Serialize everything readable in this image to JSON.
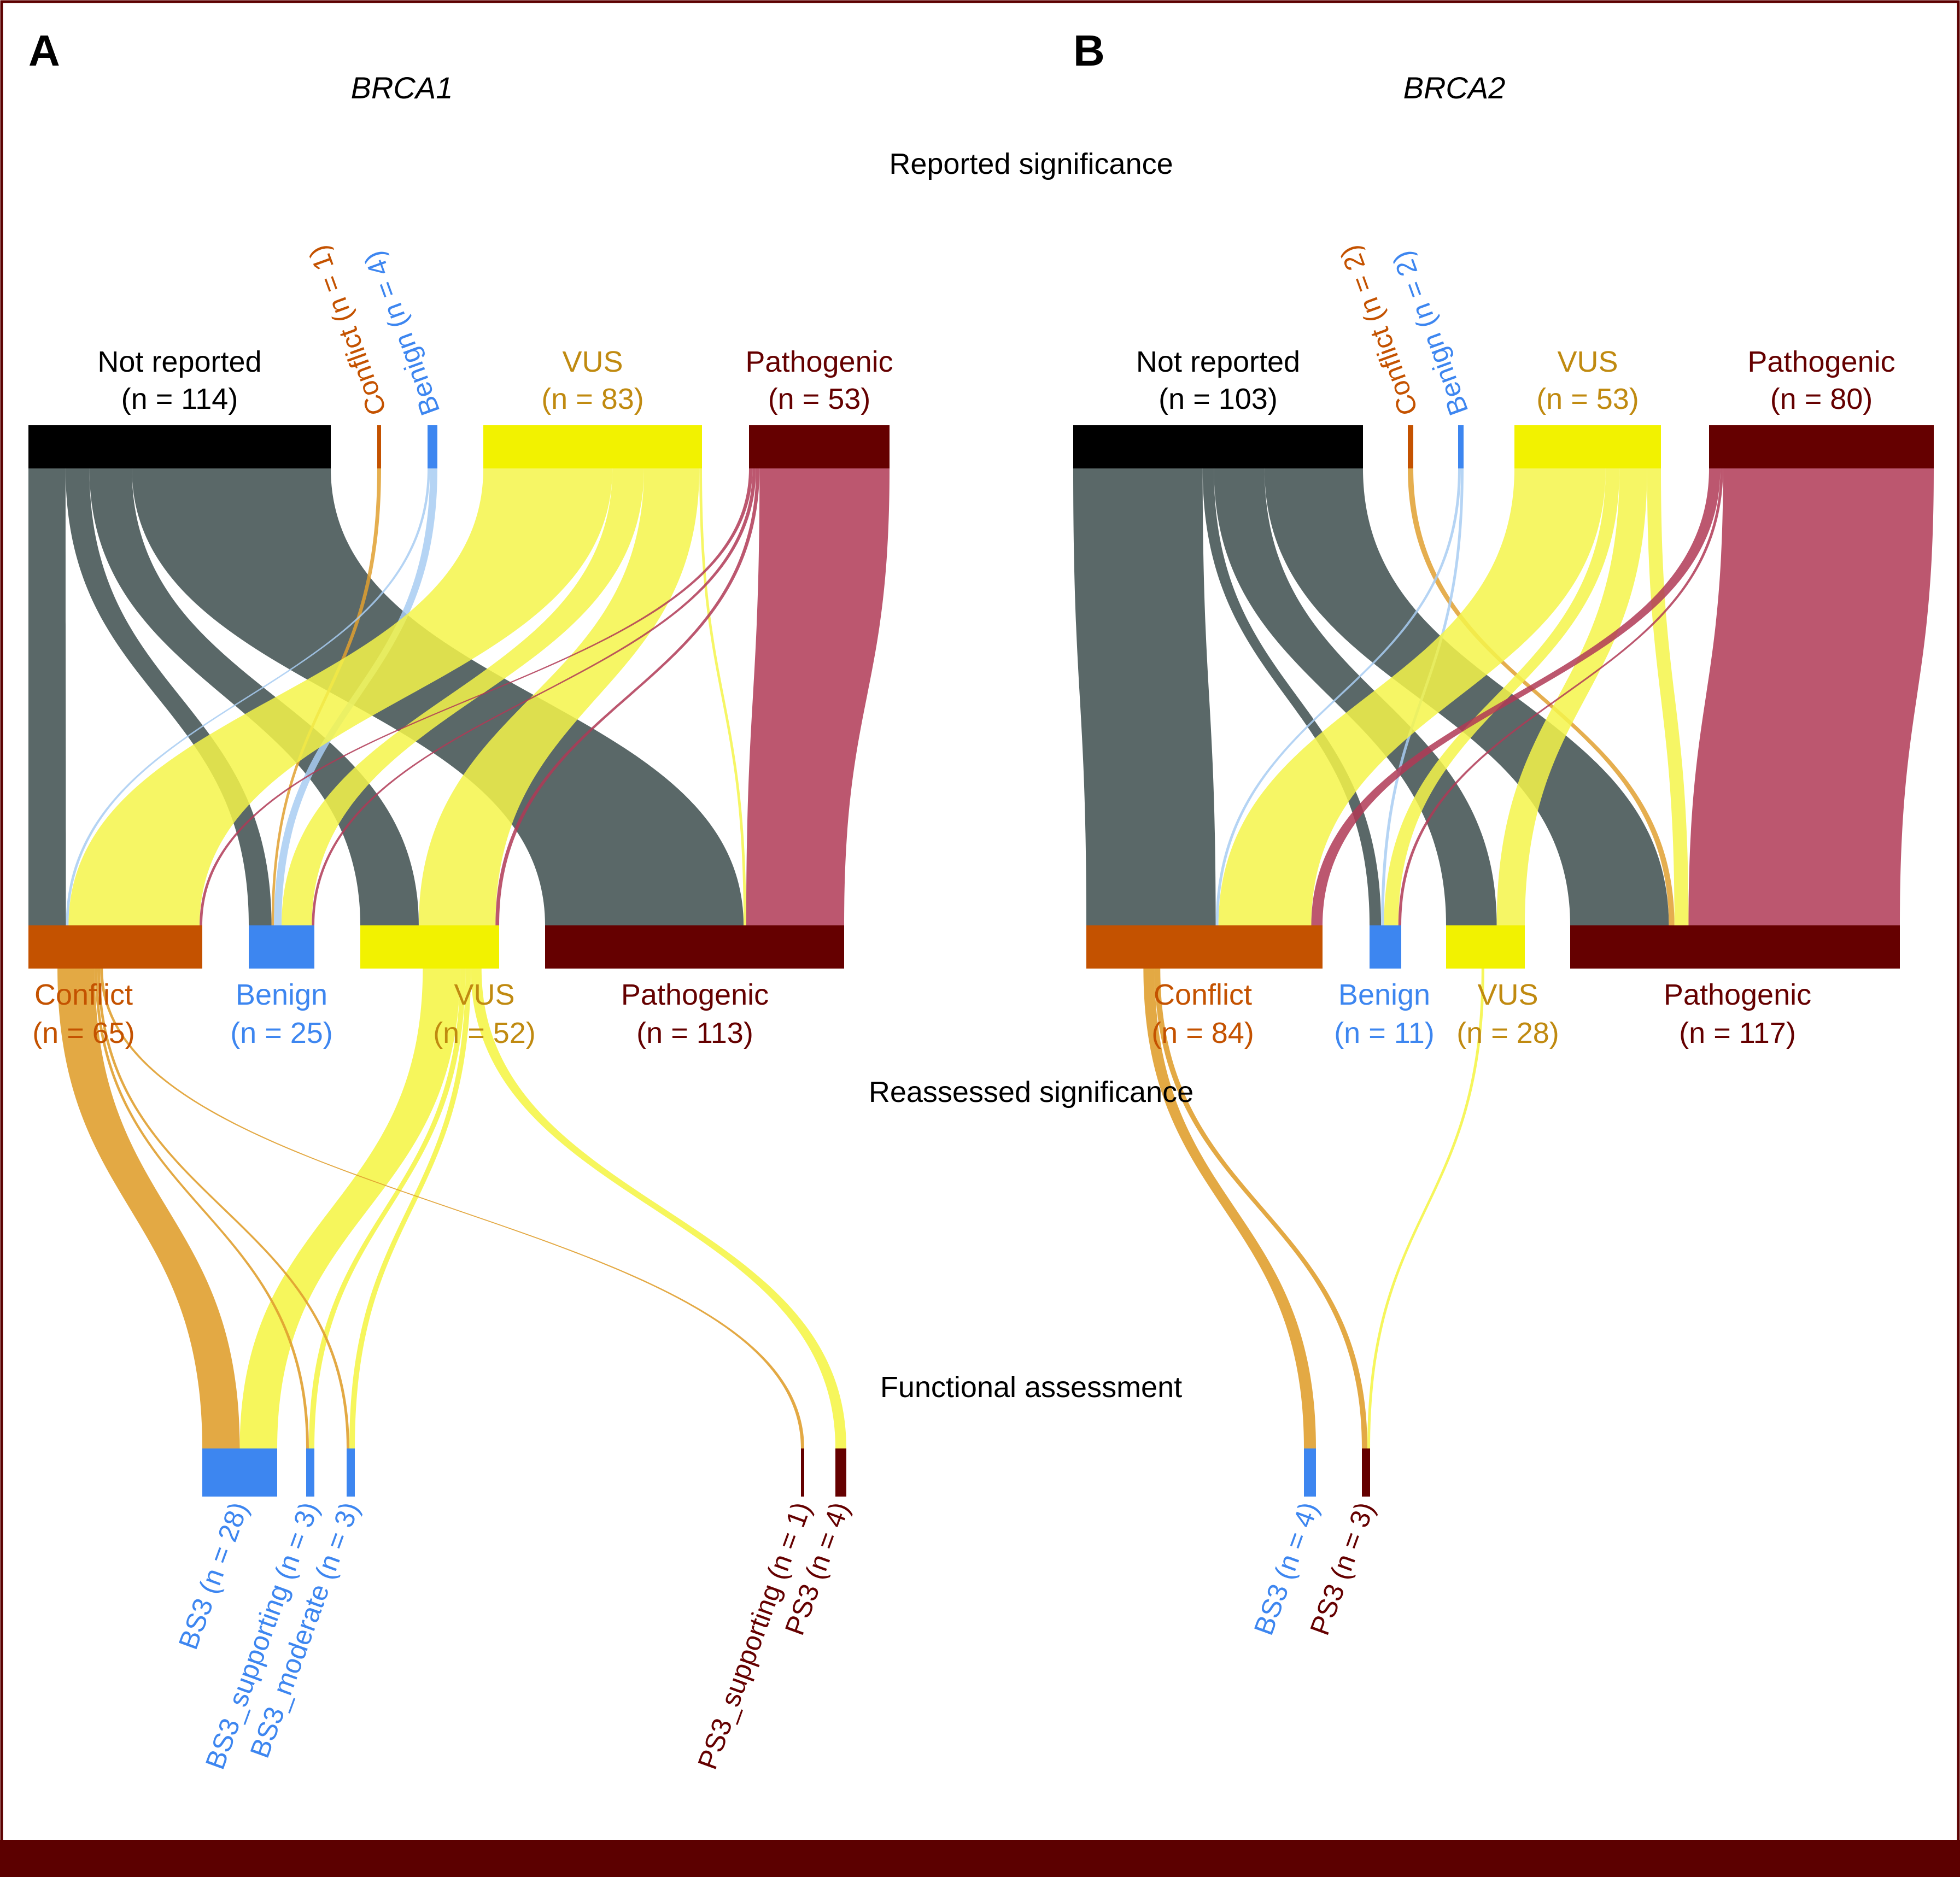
{
  "colors": {
    "frame": "#5c0000",
    "not_reported": "#000000",
    "not_reported_flow": "#3d4d4d",
    "conflict": "#c45200",
    "conflict_label": "#c45200",
    "conflict_flow": "#e0a030",
    "benign": "#3d86f0",
    "benign_flow": "#a8cdf2",
    "vus": "#f2f200",
    "vus_label": "#c08a10",
    "vus_flow": "#f5f54a",
    "pathogenic": "#650000",
    "pathogenic_label": "#650000",
    "pathogenic_flow": "#b03a56",
    "functional_pathogenic": "#650000"
  },
  "labels": {
    "reported": "Reported significance",
    "reassessed": "Reassessed significance",
    "functional": "Functional assessment"
  },
  "panels": [
    {
      "letter": "A",
      "gene": "BRCA1",
      "top": [
        {
          "id": "nr",
          "name": "Not reported",
          "count": "(n = 114)",
          "n": 114,
          "cls": "not_reported"
        },
        {
          "id": "conflict",
          "name": "Conflict (n = 1)",
          "n": 1,
          "cls": "conflict",
          "rotated": true
        },
        {
          "id": "benign",
          "name": "Benign (n = 4)",
          "n": 4,
          "cls": "benign",
          "rotated": true
        },
        {
          "id": "vus",
          "name": "VUS",
          "count": "(n = 83)",
          "n": 83,
          "cls": "vus"
        },
        {
          "id": "path",
          "name": "Pathogenic",
          "count": "(n = 53)",
          "n": 53,
          "cls": "pathogenic"
        }
      ],
      "middle": [
        {
          "id": "conflict",
          "name": "Conflict",
          "count": "(n = 65)",
          "n": 65,
          "cls": "conflict"
        },
        {
          "id": "benign",
          "name": "Benign",
          "count": "(n = 25)",
          "n": 25,
          "cls": "benign"
        },
        {
          "id": "vus",
          "name": "VUS",
          "count": "(n = 52)",
          "n": 52,
          "cls": "vus"
        },
        {
          "id": "path",
          "name": "Pathogenic",
          "count": "(n = 113)",
          "n": 113,
          "cls": "pathogenic"
        }
      ],
      "flows_top": [
        {
          "from": "nr",
          "to": "conflict",
          "v": 14
        },
        {
          "from": "nr",
          "to": "benign",
          "v": 9
        },
        {
          "from": "nr",
          "to": "vus",
          "v": 16
        },
        {
          "from": "nr",
          "to": "path",
          "v": 75
        },
        {
          "from": "conflict",
          "to": "benign",
          "v": 1
        },
        {
          "from": "benign",
          "to": "conflict",
          "v": 1
        },
        {
          "from": "benign",
          "to": "benign",
          "v": 3
        },
        {
          "from": "vus",
          "to": "conflict",
          "v": 49
        },
        {
          "from": "vus",
          "to": "benign",
          "v": 12
        },
        {
          "from": "vus",
          "to": "vus",
          "v": 21
        },
        {
          "from": "vus",
          "to": "path",
          "v": 1
        },
        {
          "from": "path",
          "to": "conflict",
          "v": 1
        },
        {
          "from": "path",
          "to": "benign",
          "v": 1
        },
        {
          "from": "path",
          "to": "vus",
          "v": 1
        },
        {
          "from": "path",
          "to": "path",
          "v": 37
        }
      ],
      "bottom": [
        {
          "id": "bs3",
          "name": "BS3 (n = 28)",
          "n": 28,
          "cls": "benign"
        },
        {
          "id": "bs3s",
          "name": "BS3_supporting (n = 3)",
          "n": 3,
          "cls": "benign"
        },
        {
          "id": "bs3m",
          "name": "BS3_moderate (n = 3)",
          "n": 3,
          "cls": "benign"
        },
        {
          "id": "ps3s",
          "name": "PS3_supporting (n = 1)",
          "n": 1,
          "cls": "functional_pathogenic"
        },
        {
          "id": "ps3",
          "name": "PS3 (n = 4)",
          "n": 4,
          "cls": "functional_pathogenic"
        }
      ],
      "flows_bottom": [
        {
          "from": "conflict",
          "to": "bs3",
          "v": 14
        },
        {
          "from": "conflict",
          "to": "bs3s",
          "v": 1
        },
        {
          "from": "conflict",
          "to": "bs3m",
          "v": 1
        },
        {
          "from": "conflict",
          "to": "ps3s",
          "v": 1
        },
        {
          "from": "vus",
          "to": "bs3",
          "v": 14
        },
        {
          "from": "vus",
          "to": "bs3s",
          "v": 2
        },
        {
          "from": "vus",
          "to": "bs3m",
          "v": 2
        },
        {
          "from": "vus",
          "to": "ps3",
          "v": 4
        }
      ]
    },
    {
      "letter": "B",
      "gene": "BRCA2",
      "top": [
        {
          "id": "nr",
          "name": "Not reported",
          "count": "(n = 103)",
          "n": 103,
          "cls": "not_reported"
        },
        {
          "id": "conflict",
          "name": "Conflict (n = 2)",
          "n": 2,
          "cls": "conflict",
          "rotated": true
        },
        {
          "id": "benign",
          "name": "Benign (n = 2)",
          "n": 2,
          "cls": "benign",
          "rotated": true
        },
        {
          "id": "vus",
          "name": "VUS",
          "count": "(n = 53)",
          "n": 53,
          "cls": "vus"
        },
        {
          "id": "path",
          "name": "Pathogenic",
          "count": "(n = 80)",
          "n": 80,
          "cls": "pathogenic"
        }
      ],
      "middle": [
        {
          "id": "conflict",
          "name": "Conflict",
          "count": "(n = 84)",
          "n": 84,
          "cls": "conflict"
        },
        {
          "id": "benign",
          "name": "Benign",
          "count": "(n = 11)",
          "n": 11,
          "cls": "benign"
        },
        {
          "id": "vus",
          "name": "VUS",
          "count": "(n = 28)",
          "n": 28,
          "cls": "vus"
        },
        {
          "id": "path",
          "name": "Pathogenic",
          "count": "(n = 117)",
          "n": 117,
          "cls": "pathogenic"
        }
      ],
      "flows_top": [
        {
          "from": "nr",
          "to": "conflict",
          "v": 46
        },
        {
          "from": "nr",
          "to": "benign",
          "v": 4
        },
        {
          "from": "nr",
          "to": "vus",
          "v": 18
        },
        {
          "from": "nr",
          "to": "path",
          "v": 35
        },
        {
          "from": "conflict",
          "to": "path",
          "v": 2
        },
        {
          "from": "benign",
          "to": "conflict",
          "v": 1
        },
        {
          "from": "benign",
          "to": "benign",
          "v": 1
        },
        {
          "from": "vus",
          "to": "conflict",
          "v": 33
        },
        {
          "from": "vus",
          "to": "benign",
          "v": 5
        },
        {
          "from": "vus",
          "to": "vus",
          "v": 10
        },
        {
          "from": "vus",
          "to": "path",
          "v": 5
        },
        {
          "from": "path",
          "to": "conflict",
          "v": 4
        },
        {
          "from": "path",
          "to": "benign",
          "v": 1
        },
        {
          "from": "path",
          "to": "path",
          "v": 75
        }
      ],
      "bottom": [
        {
          "id": "bs3",
          "name": "BS3 (n = 4)",
          "n": 4,
          "cls": "benign"
        },
        {
          "id": "ps3",
          "name": "PS3 (n = 3)",
          "n": 3,
          "cls": "functional_pathogenic"
        }
      ],
      "flows_bottom": [
        {
          "from": "conflict",
          "to": "bs3",
          "v": 4
        },
        {
          "from": "conflict",
          "to": "ps3",
          "v": 2
        },
        {
          "from": "vus",
          "to": "ps3",
          "v": 1
        }
      ]
    }
  ]
}
